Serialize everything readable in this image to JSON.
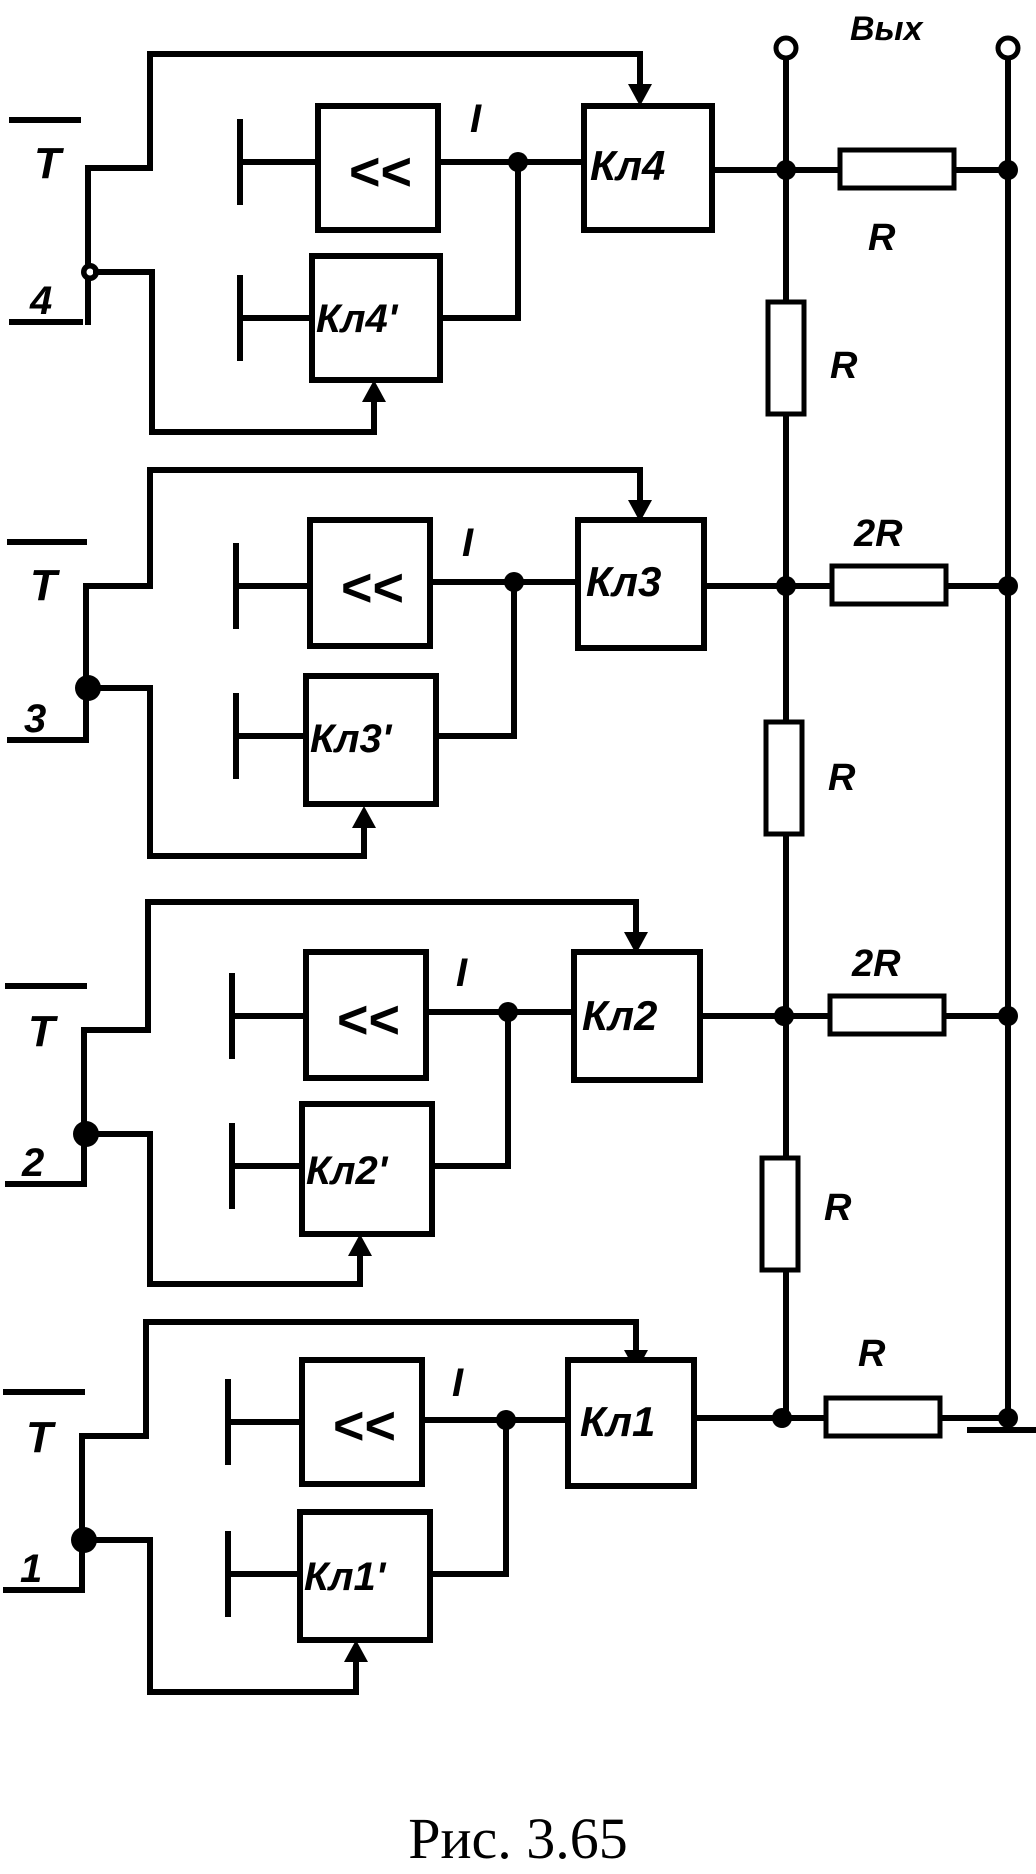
{
  "output_label": "Вых",
  "stages": [
    {
      "id": "4",
      "t_label": "T",
      "num_label": "4",
      "current_label": "I",
      "amp_symbol": "<<",
      "key_label": "Кл4",
      "aux_key_label": "Кл4'",
      "shunt_label": "R",
      "series_label": "R"
    },
    {
      "id": "3",
      "t_label": "T",
      "num_label": "3",
      "current_label": "I",
      "amp_symbol": "<<",
      "key_label": "Кл3",
      "aux_key_label": "Кл3'",
      "shunt_label": "2R",
      "series_label": "R"
    },
    {
      "id": "2",
      "t_label": "T",
      "num_label": "2",
      "current_label": "I",
      "amp_symbol": "<<",
      "key_label": "Кл2",
      "aux_key_label": "Кл2'",
      "shunt_label": "2R",
      "series_label": "R"
    },
    {
      "id": "1",
      "t_label": "T",
      "num_label": "1",
      "current_label": "I",
      "amp_symbol": "<<",
      "key_label": "Кл1",
      "aux_key_label": "Кл1'",
      "shunt_label": "R"
    }
  ],
  "caption": "Рис. 3.65"
}
